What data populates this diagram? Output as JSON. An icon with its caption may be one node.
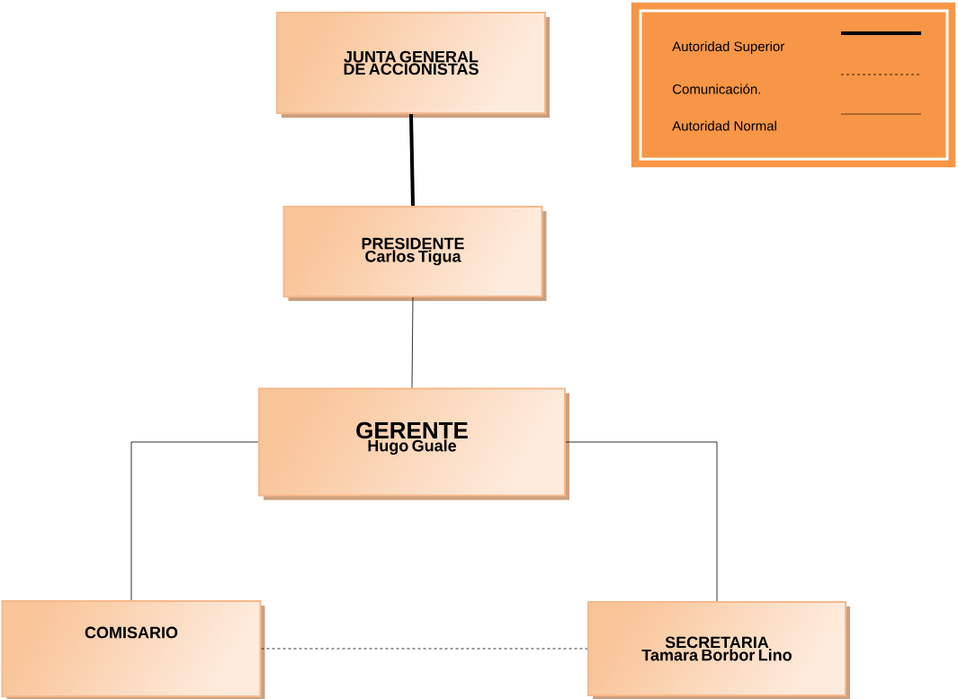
{
  "diagram": {
    "nodes": [
      {
        "text": [
          "JUNTA GENERAL DE ACCIONISTAS"
        ]
      },
      {
        "text": [
          "PRESIDENTE",
          "Carlos Tigua"
        ]
      },
      {
        "text": [
          "GERENTE",
          "Hugo Guale"
        ]
      },
      {
        "text": [
          "COMISARIO"
        ]
      },
      {
        "text": [
          "SECRETARIA",
          "Tamara Borbor Lino"
        ]
      }
    ],
    "edges": [
      {
        "from": 0,
        "to": 1,
        "arrow": "none",
        "style": "thick"
      },
      {
        "from": 1,
        "to": 2,
        "arrow": "none"
      },
      {
        "from": 2,
        "to": 3,
        "arrow": "none"
      },
      {
        "from": 2,
        "to": 4,
        "arrow": "none"
      },
      {
        "from": 3,
        "to": 4,
        "arrow": "none",
        "style": "dashed"
      }
    ],
    "legend": [
      {
        "text": "Autoridad Superior"
      },
      {
        "text": "Comunicación."
      },
      {
        "text": "Autoridad Normal"
      }
    ]
  }
}
